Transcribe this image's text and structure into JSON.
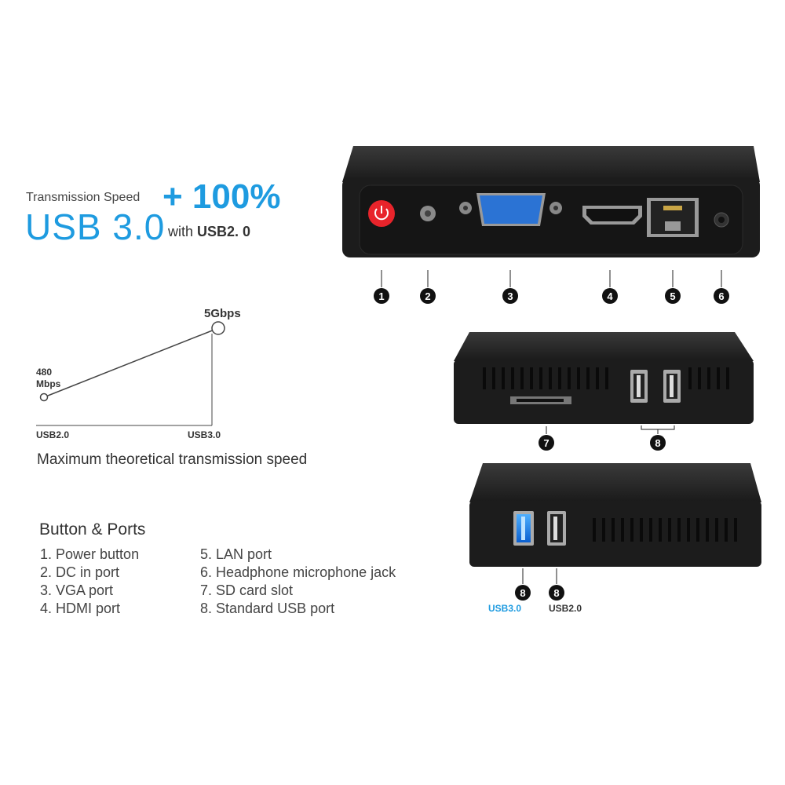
{
  "headline": {
    "transmission_label": "Transmission Speed",
    "increase": "+ 100%",
    "usb3": "USB 3.0",
    "with_text": "with",
    "usb2": "USB2. 0"
  },
  "speed_chart": {
    "start_value_line1": "480",
    "start_value_line2": "Mbps",
    "end_value": "5Gbps",
    "x_left": "USB2.0",
    "x_right": "USB3.0",
    "caption": "Maximum theoretical transmission speed"
  },
  "ports_list": {
    "title": "Button & Ports",
    "col1": [
      "1. Power button",
      "2. DC in port",
      "3. VGA port",
      "4. HDMI port"
    ],
    "col2": [
      "5. LAN port",
      "6. Headphone microphone jack",
      "7. SD card slot",
      "8. Standard USB port"
    ]
  },
  "callouts": {
    "front": [
      "1",
      "2",
      "3",
      "4",
      "5",
      "6"
    ],
    "side": [
      "7",
      "8"
    ],
    "other_side": [
      "8",
      "8"
    ]
  },
  "usb_labels": {
    "usb3": "USB3.0",
    "usb2": "USB2.0"
  },
  "colors": {
    "accent": "#1e9be0",
    "power_button": "#e8242b",
    "device_body": "#1c1c1c"
  }
}
